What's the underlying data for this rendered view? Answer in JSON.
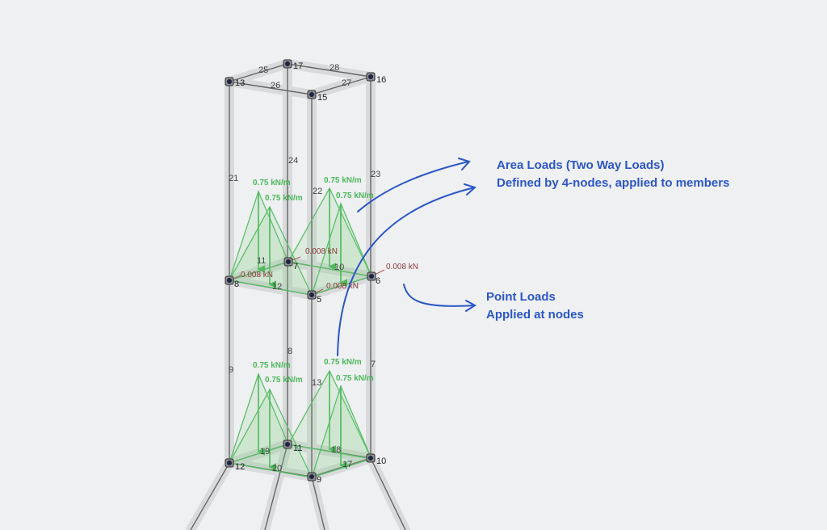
{
  "nodes": {
    "n13": "13",
    "n17": "17",
    "n16": "16",
    "n15": "15",
    "n8": "8",
    "n7": "7",
    "n6": "6",
    "n5": "5",
    "n12": "12",
    "n11": "11",
    "n10": "10",
    "n9": "9"
  },
  "members": {
    "m25": "25",
    "m28": "28",
    "m27": "27",
    "m26": "26",
    "m21": "21",
    "m24": "24",
    "m22": "22",
    "m23": "23",
    "m11": "11",
    "m12": "12",
    "m10": "10",
    "m9": "9",
    "m8": "8",
    "m13": "13",
    "m7": "7",
    "m19": "19",
    "m20": "20",
    "m18": "18",
    "m17": "17"
  },
  "area_loads": {
    "upper": [
      "0.75 kN/m",
      "0.75 kN/m",
      "0.75 kN/m",
      "0.75 kN/m"
    ],
    "lower": [
      "0.75 kN/m",
      "0.75 kN/m",
      "0.75 kN/m",
      "0.75 kN/m"
    ]
  },
  "point_loads": [
    "0.008 kN",
    "0.008 kN",
    "0.008 kN",
    "0.008 kN"
  ],
  "annotations": {
    "area_title": "Area Loads (Two Way Loads)",
    "area_desc": "Defined by 4-nodes, applied to members",
    "point_title": "Point Loads",
    "point_desc": "Applied at nodes"
  },
  "colors": {
    "annotation": "#2b56c6",
    "load": "#4cb85a",
    "point_load": "#8a3a3a",
    "member": "#555555"
  }
}
